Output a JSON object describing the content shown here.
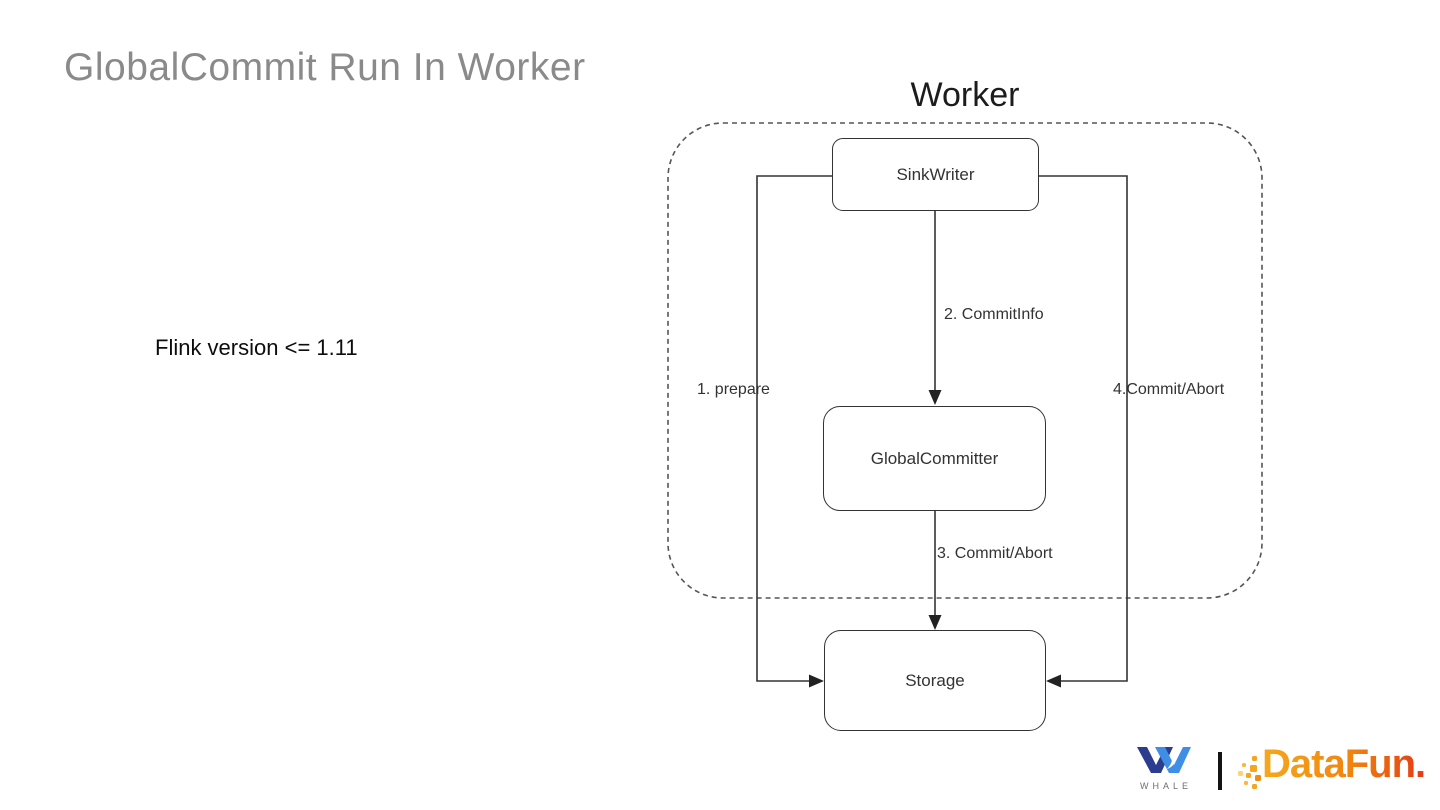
{
  "slide": {
    "title": "GlobalCommit Run In Worker",
    "annotation": "Flink version <= 1.11"
  },
  "diagram": {
    "container_label": "Worker",
    "nodes": [
      {
        "id": "sinkwriter",
        "label": "SinkWriter"
      },
      {
        "id": "globalcommitter",
        "label": "GlobalCommitter"
      },
      {
        "id": "storage",
        "label": "Storage"
      }
    ],
    "edges": [
      {
        "id": "edge-1",
        "label": "1. prepare",
        "from": "SinkWriter",
        "to": "Storage"
      },
      {
        "id": "edge-2",
        "label": "2. CommitInfo",
        "from": "SinkWriter",
        "to": "GlobalCommitter"
      },
      {
        "id": "edge-3",
        "label": "3. Commit/Abort",
        "from": "GlobalCommitter",
        "to": "Storage"
      },
      {
        "id": "edge-4",
        "label": "4.Commit/Abort",
        "from": "SinkWriter",
        "to": "Storage"
      }
    ]
  },
  "footer": {
    "whale_brand": "WHALE",
    "datafun_brand": "DataFun.",
    "separator_icon": "vertical-bar"
  },
  "colors": {
    "title_gray": "#8a8a8a",
    "diagram_line": "#333333",
    "dashed_border": "#555555",
    "whale_dark_blue": "#2b3d8e",
    "whale_light_blue": "#3e8ee6",
    "datafun_orange": "#f7a81b",
    "datafun_red": "#e43a15"
  }
}
